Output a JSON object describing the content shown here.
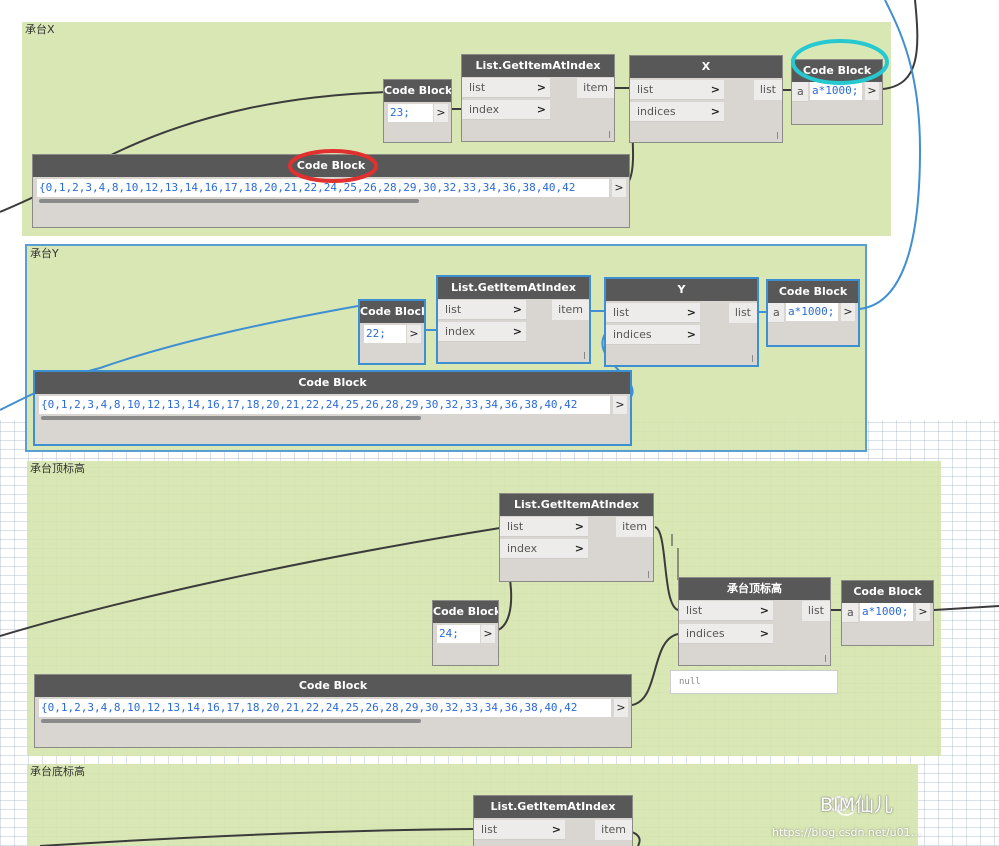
{
  "groups": {
    "x": "承台X",
    "y": "承台Y",
    "top": "承台顶标高",
    "bottom": "承台底标高"
  },
  "nodes": {
    "code_block_label": "Code Block",
    "get_item_label": "List.GetItemAtIndex",
    "port_list": "list",
    "port_index": "index",
    "port_indices": "indices",
    "port_item": "item",
    "port_a": "a",
    "out_arrow": ">",
    "x_title": "X",
    "y_title": "Y",
    "top_title": "承台顶标高",
    "index_x": "23;",
    "index_y": "22;",
    "index_top": "24;",
    "expr_x": "a*1000;",
    "expr_y": "a*1000;",
    "expr_top": "a*1000;",
    "list_code": "{0,1,2,3,4,8,10,12,13,14,16,17,18,20,21,22,24,25,26,28,29,30,32,33,34,36,38,40,42"
  },
  "preview": {
    "value": "null"
  },
  "watermark": {
    "brand": "BIM仙儿",
    "url": "https://blog.csdn.net/u01..."
  },
  "colors": {
    "wire": "#3b3b3b",
    "wire_selected": "#3f8fd2",
    "highlight_red": "#e03030",
    "highlight_cyan": "#26c9d0"
  }
}
